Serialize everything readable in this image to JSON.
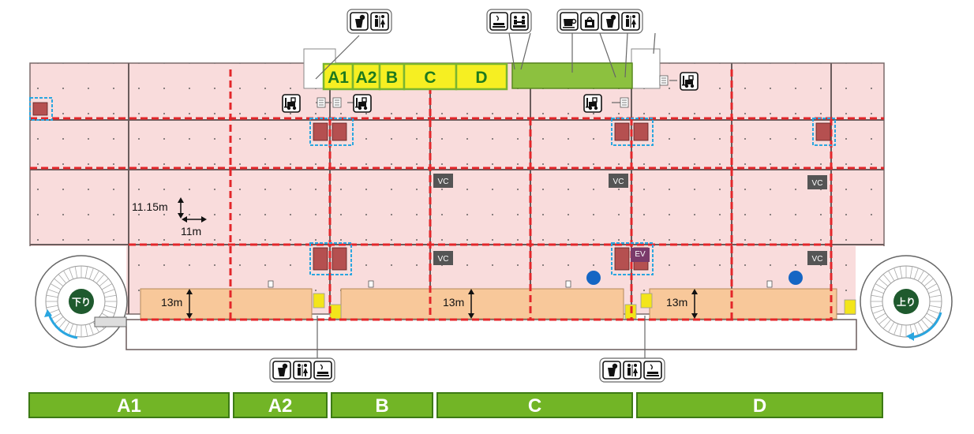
{
  "colors": {
    "floor": "#f9dcdc",
    "floor_border": "#7a6a6a",
    "zone_line": "#e3262a",
    "berth": "#f8c89a",
    "top_zone": "#f6ef22",
    "top_zone_border": "#7ab530",
    "office": "#8cc13f",
    "zone_bar": "#72b526",
    "zone_bar_border": "#3c7a14",
    "ramp_badge": "#1f5a2e",
    "elevator_outline": "#2aa6e0",
    "vc_badge": "#555555",
    "dot": "#1566c4"
  },
  "top_zones": [
    "A1",
    "A2",
    "B",
    "C",
    "D"
  ],
  "bottom_zones": [
    "A1",
    "A2",
    "B",
    "C",
    "D"
  ],
  "ramps": {
    "down": "下り",
    "up": "上り"
  },
  "vc_label": "VC",
  "ev_label": "EV",
  "dimensions": {
    "bay_height": "11.15m",
    "bay_width": "11m",
    "berth_depth": "13m"
  },
  "icons": {
    "top_left_group": [
      "vending-machine-icon",
      "restroom-icon"
    ],
    "top_middle_group": [
      "smoking-icon",
      "lounge-icon"
    ],
    "top_right_group": [
      "cafe-icon",
      "shop-icon",
      "vending-machine-icon",
      "restroom-icon"
    ],
    "bottom_left_group": [
      "vending-machine-icon",
      "restroom-icon",
      "smoking-icon"
    ],
    "bottom_right_group": [
      "vending-machine-icon",
      "restroom-icon",
      "smoking-icon"
    ],
    "forklift_charging": "forklift-charging-icon"
  }
}
